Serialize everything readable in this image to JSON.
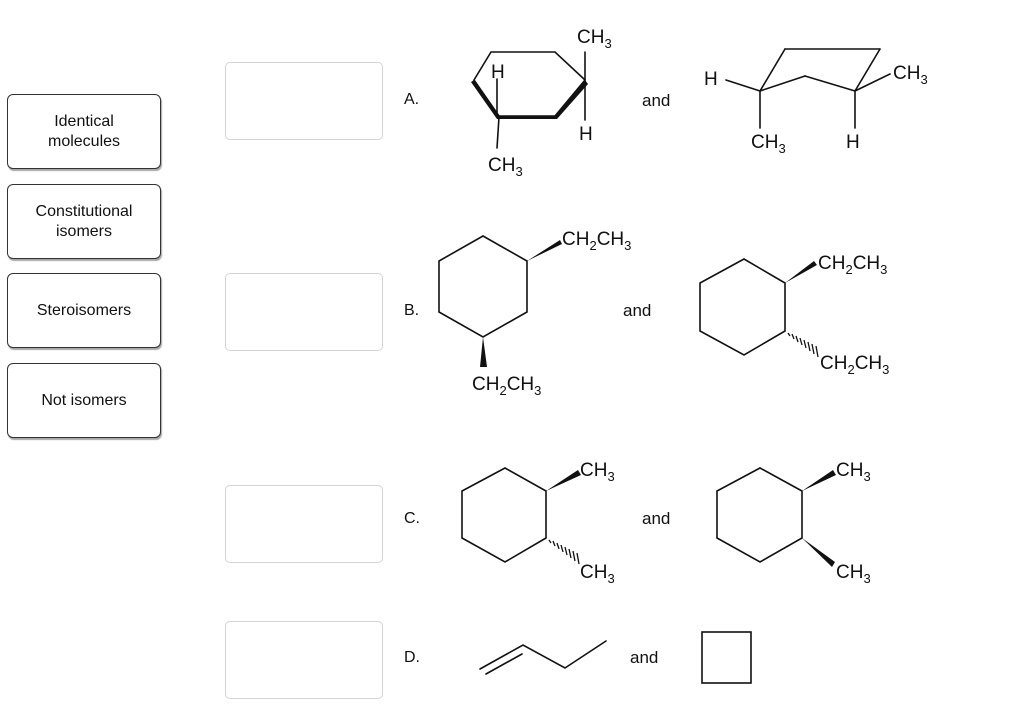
{
  "choices": [
    "Identical molecules",
    "Constitutional isomers",
    "Steroisomers",
    "Not isomers"
  ],
  "questions": [
    {
      "label": "A.",
      "and": "and"
    },
    {
      "label": "B.",
      "and": "and"
    },
    {
      "label": "C.",
      "and": "and"
    },
    {
      "label": "D.",
      "and": "and"
    }
  ],
  "atoms": {
    "H": "H",
    "C": "C",
    "three": "3",
    "two": "2",
    "ethyl_ch": "CH",
    "ethyl_tail": "CH"
  }
}
